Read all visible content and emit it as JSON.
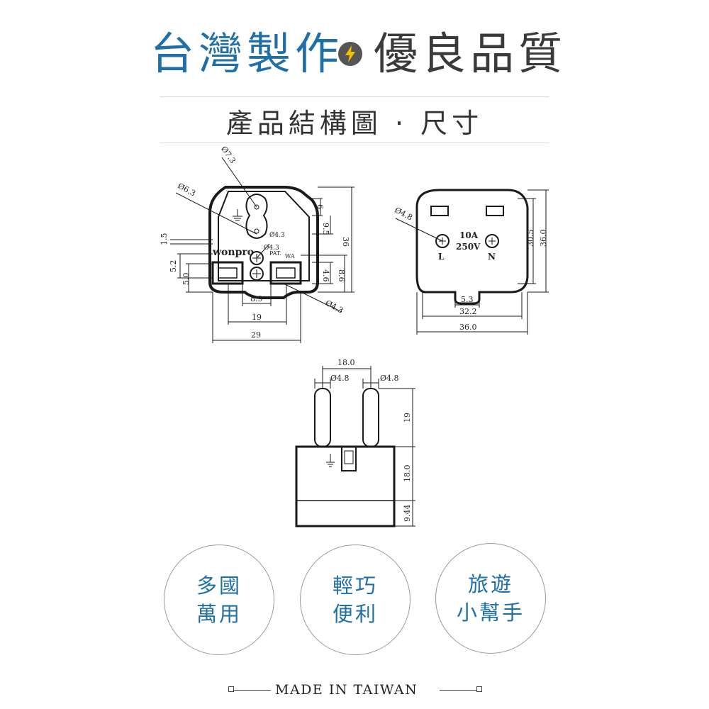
{
  "header": {
    "title_left": "台灣製作",
    "title_right": "優良品質",
    "divider_icon": "lightning-bolt-icon"
  },
  "section": {
    "subtitle": "產品結構圖 · 尺寸"
  },
  "front_view": {
    "brand": "wonpro",
    "labels": {
      "dia_7_3": "Ø7.3",
      "dia_6_3": "Ø6.3",
      "dia_4_3a": "Ø4.3",
      "dia_4_3b": "Ø4.3",
      "dia_4_3c": "Ø4.3",
      "pat": "PAT.",
      "wa": "WA",
      "d_6": "6",
      "d_9_5": "9.5",
      "d_36": "36",
      "d_4_6": "4.6",
      "d_8_6": "8.6",
      "d_1_5": "1.5",
      "d_5_2": "5.2",
      "d_5_0": "5.0",
      "d_8_9": "8.9",
      "d_19": "19",
      "d_29": "29"
    }
  },
  "rear_view": {
    "labels": {
      "dia_4_8": "Ø4.8",
      "rating_a": "10A",
      "rating_v": "250V",
      "pin_l": "L",
      "pin_n": "N",
      "d_30_5": "30.5",
      "d_36_v": "36.0",
      "d_5_3": "5.3",
      "d_32_2": "32.2",
      "d_36_h": "36.0"
    }
  },
  "side_view": {
    "labels": {
      "d_18_top": "18.0",
      "dia_4_8_left": "Ø4.8",
      "dia_4_8_right": "Ø4.8",
      "d_19": "19",
      "d_18_0": "18.0",
      "d_9_44": "9.44"
    }
  },
  "features": [
    {
      "line1": "多國",
      "line2": "萬用"
    },
    {
      "line1": "輕巧",
      "line2": "便利"
    },
    {
      "line1": "旅遊",
      "line2": "小幫手"
    }
  ],
  "footer": {
    "text": "MADE IN TAIWAN"
  },
  "colors": {
    "accent_blue": "#1f6fa8",
    "bolt_yellow": "#f2c200",
    "bolt_bg": "#555555"
  }
}
